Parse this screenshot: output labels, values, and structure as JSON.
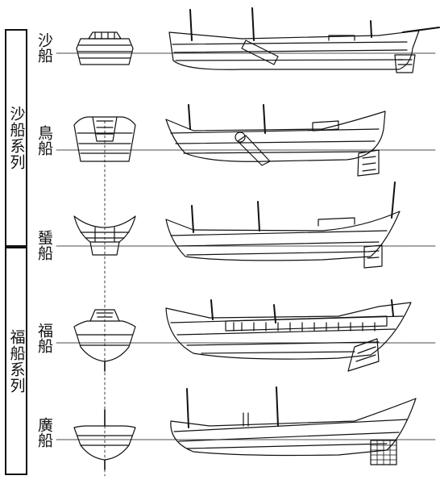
{
  "series": [
    {
      "label": "沙船系列"
    },
    {
      "label": "福船系列"
    }
  ],
  "ships": [
    {
      "name": "沙船"
    },
    {
      "name": "鳥船"
    },
    {
      "name": "蜑船"
    },
    {
      "name": "福船"
    },
    {
      "name": "廣船"
    }
  ]
}
